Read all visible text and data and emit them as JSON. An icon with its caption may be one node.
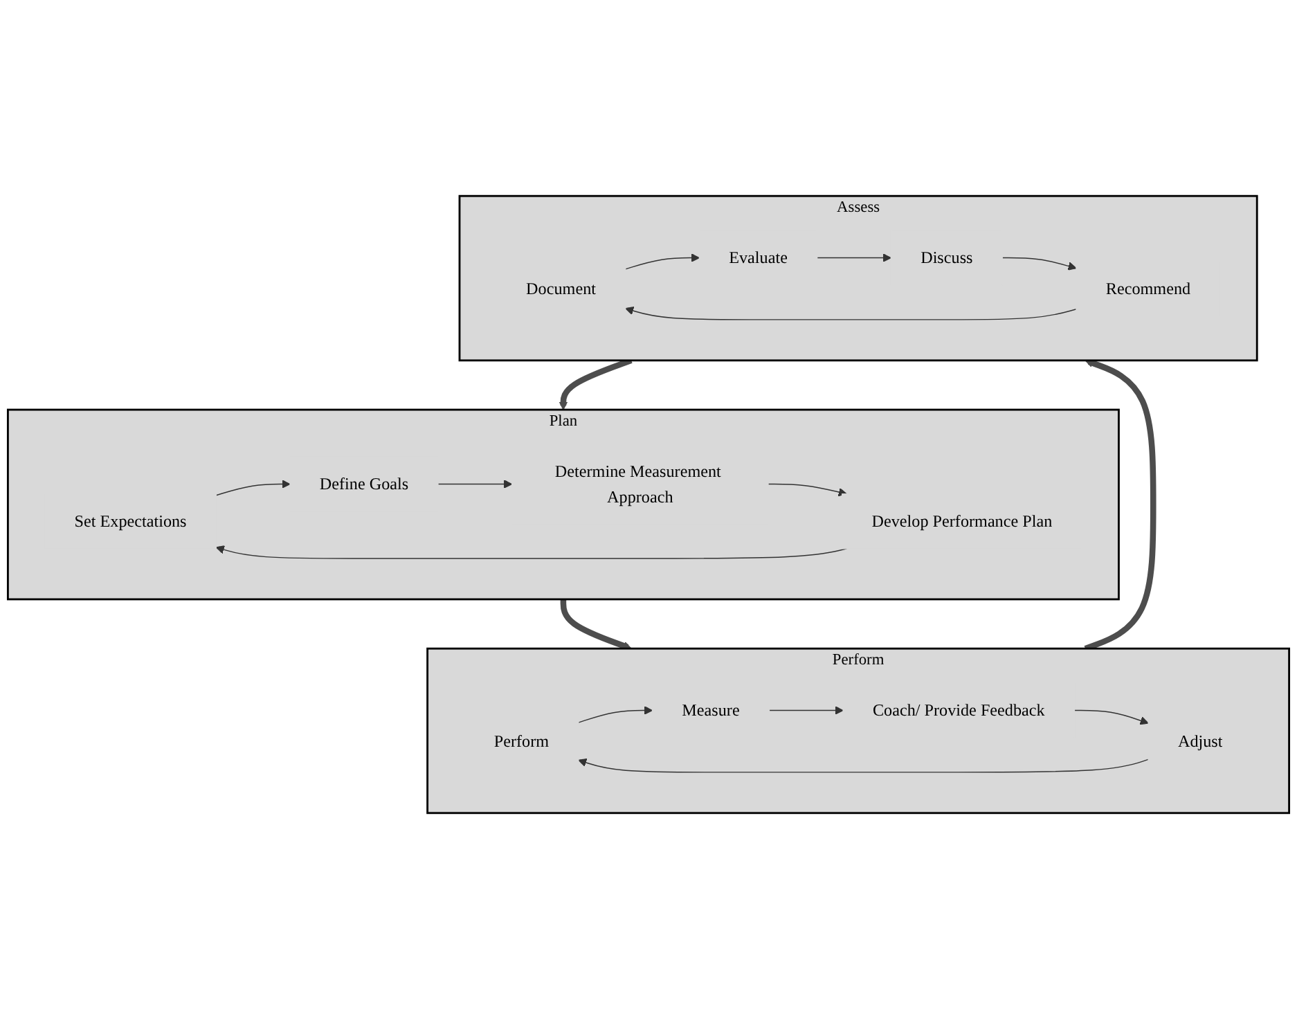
{
  "diagram": {
    "nodes": [
      {
        "text": [
          "Plan"
        ]
      },
      {
        "text": [
          "Set Expectations"
        ],
        "in": 0
      },
      {
        "text": [
          "Define Goals"
        ],
        "in": 0
      },
      {
        "text": [
          "Determine Measurement Approach"
        ],
        "in": 0
      },
      {
        "text": [
          "Develop Performance Plan"
        ],
        "in": 0
      },
      {
        "text": [
          "Perform"
        ]
      },
      {
        "text": [
          "Perform"
        ],
        "in": 5
      },
      {
        "text": [
          "Measure"
        ],
        "in": 5
      },
      {
        "text": [
          "Coach/ Provide Feedback"
        ],
        "in": 5
      },
      {
        "text": [
          "Adjust"
        ],
        "in": 5
      },
      {
        "text": [
          "Assess"
        ]
      },
      {
        "text": [
          "Document"
        ],
        "in": 10
      },
      {
        "text": [
          "Evaluate"
        ],
        "in": 10
      },
      {
        "text": [
          "Discuss"
        ],
        "in": 10
      },
      {
        "text": [
          "Recommend"
        ],
        "in": 10
      }
    ],
    "edges": [
      {
        "from": 0,
        "to": 5,
        "arrow": "to",
        "style": "thick",
        "color": "#4d4d4d"
      },
      {
        "from": 5,
        "to": 10,
        "arrow": "to",
        "style": "thick",
        "color": "#4d4d4d"
      },
      {
        "from": 10,
        "to": 0,
        "arrow": "to",
        "style": "thick",
        "color": "#4d4d4d"
      },
      {
        "from": 1,
        "to": 2,
        "arrow": "to"
      },
      {
        "from": 2,
        "to": 3,
        "arrow": "to"
      },
      {
        "from": 3,
        "to": 4,
        "arrow": "to"
      },
      {
        "from": 4,
        "to": 1,
        "arrow": "to"
      },
      {
        "from": 6,
        "to": 7,
        "arrow": "to"
      },
      {
        "from": 7,
        "to": 8,
        "arrow": "to"
      },
      {
        "from": 8,
        "to": 9,
        "arrow": "to"
      },
      {
        "from": 9,
        "to": 6,
        "arrow": "to"
      },
      {
        "from": 11,
        "to": 12,
        "arrow": "to"
      },
      {
        "from": 12,
        "to": 13,
        "arrow": "to"
      },
      {
        "from": 13,
        "to": 14,
        "arrow": "to"
      },
      {
        "from": 14,
        "to": 11,
        "arrow": "to"
      }
    ]
  }
}
